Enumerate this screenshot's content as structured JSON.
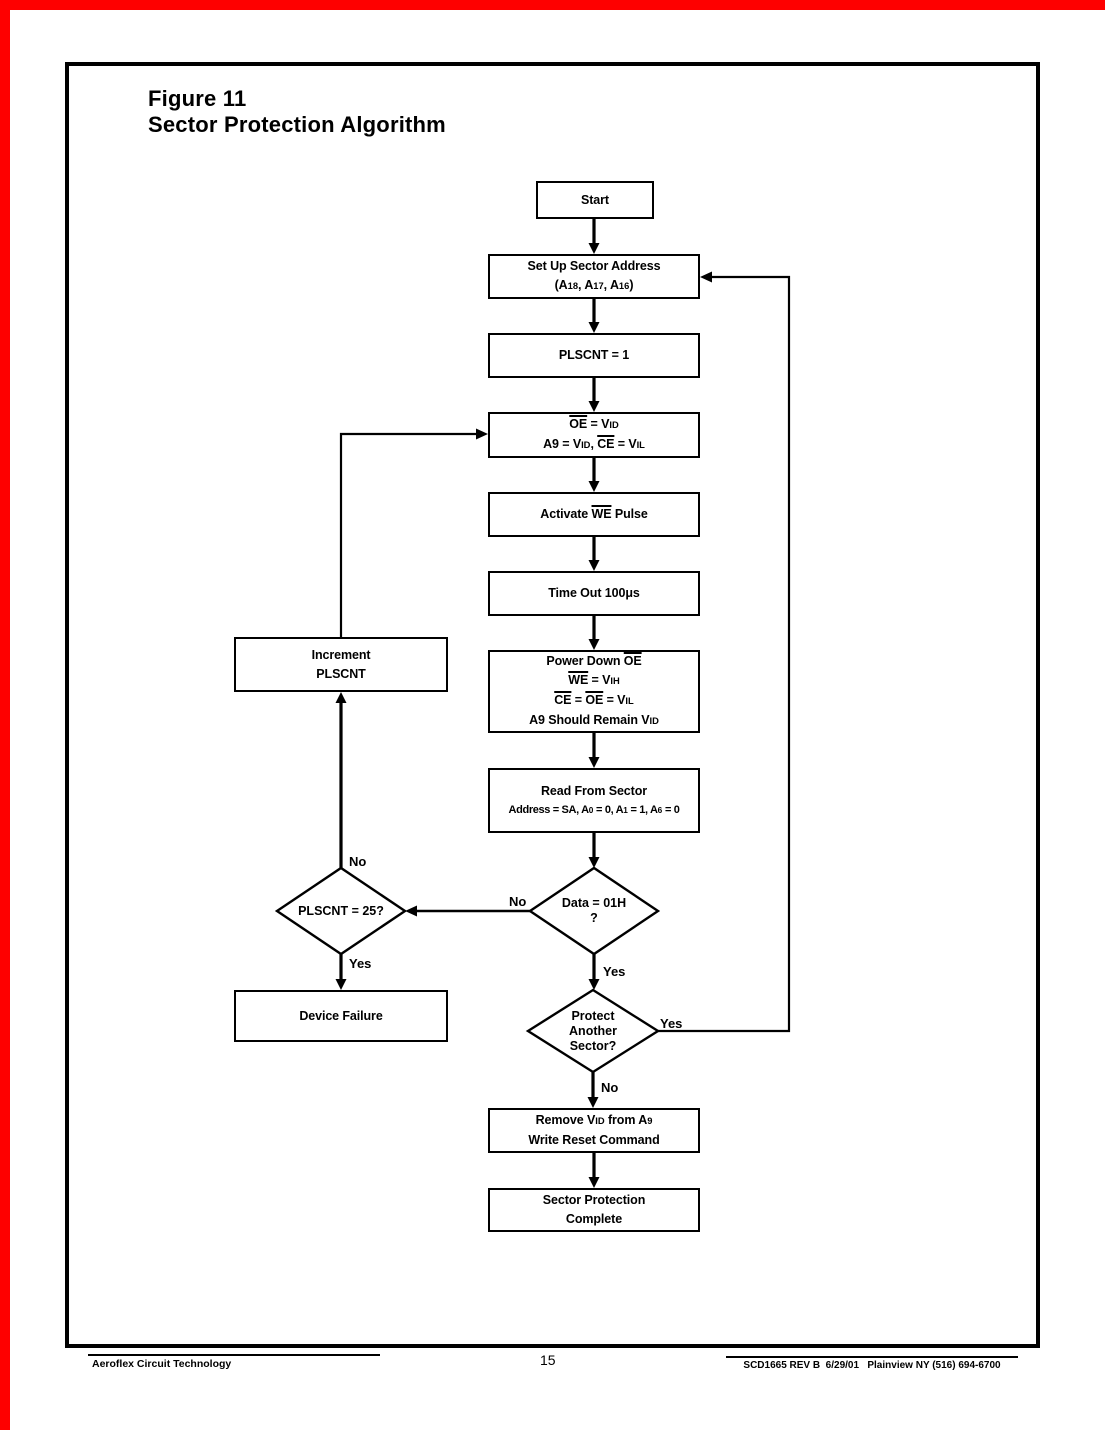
{
  "colors": {
    "accent_red": "#fe0000",
    "ink": "#000000",
    "paper": "#ffffff"
  },
  "header": {
    "figure_label": "Figure 11",
    "figure_title": "Sector Protection Algorithm"
  },
  "flowchart": {
    "nodes": {
      "start": {
        "lines": [
          "Start"
        ]
      },
      "setup": {
        "lines": [
          "Set Up Sector Address",
          "(A[[sub]]18[[/sub]], A[[sub]]17[[/sub]], A[[sub]]16[[/sub]])"
        ]
      },
      "plscnt_init": {
        "lines": [
          "PLSCNT = 1"
        ]
      },
      "apply_vid": {
        "lines": [
          "[[ov]]OE[[/ov]] = V[[sub]]ID[[/sub]]",
          "A9 = V[[sub]]ID[[/sub]], [[ov]]CE[[/ov]] = V[[sub]]IL[[/sub]]"
        ]
      },
      "activate_we": {
        "lines": [
          "Activate [[ov]]WE[[/ov]] Pulse"
        ]
      },
      "time_out": {
        "lines": [
          "Time Out 100μs"
        ]
      },
      "power_down": {
        "lines": [
          "Power Down [[ov]]OE[[/ov]]",
          "[[ov]]WE[[/ov]] = V[[sub]]IH[[/sub]]",
          "[[ov]]CE[[/ov]] = [[ov]]OE[[/ov]] = V[[sub]]IL[[/sub]]",
          "A9 Should Remain V[[sub]]ID[[/sub]]"
        ]
      },
      "read_sector": {
        "lines": [
          "Read From Sector",
          "Address = SA, A[[sub]]0[[/sub]] = 0, A[[sub]]1[[/sub]] = 1, A[[sub]]6[[/sub]] = 0"
        ]
      },
      "data_check": {
        "lines": [
          "Data = 01H",
          "?"
        ]
      },
      "plscnt_check": {
        "lines": [
          "PLSCNT = 25?"
        ]
      },
      "increment": {
        "lines": [
          "Increment",
          "PLSCNT"
        ]
      },
      "device_failure": {
        "lines": [
          "Device Failure"
        ]
      },
      "protect_another": {
        "lines": [
          "Protect",
          "Another",
          "Sector?"
        ]
      },
      "remove_vid": {
        "lines": [
          "Remove V[[sub]]ID[[/sub]] from A[[sub]]9[[/sub]]",
          "Write Reset Command"
        ]
      },
      "complete": {
        "lines": [
          "Sector Protection",
          "Complete"
        ]
      }
    },
    "branch_labels": {
      "data_no": "No",
      "data_yes": "Yes",
      "plscnt_no": "No",
      "plscnt_yes": "Yes",
      "protect_yes": "Yes",
      "protect_no": "No"
    }
  },
  "footer": {
    "left": "Aeroflex Circuit Technology",
    "page_number": "15",
    "right": "SCD1665 REV B  6/29/01   Plainview NY (516) 694-6700"
  }
}
